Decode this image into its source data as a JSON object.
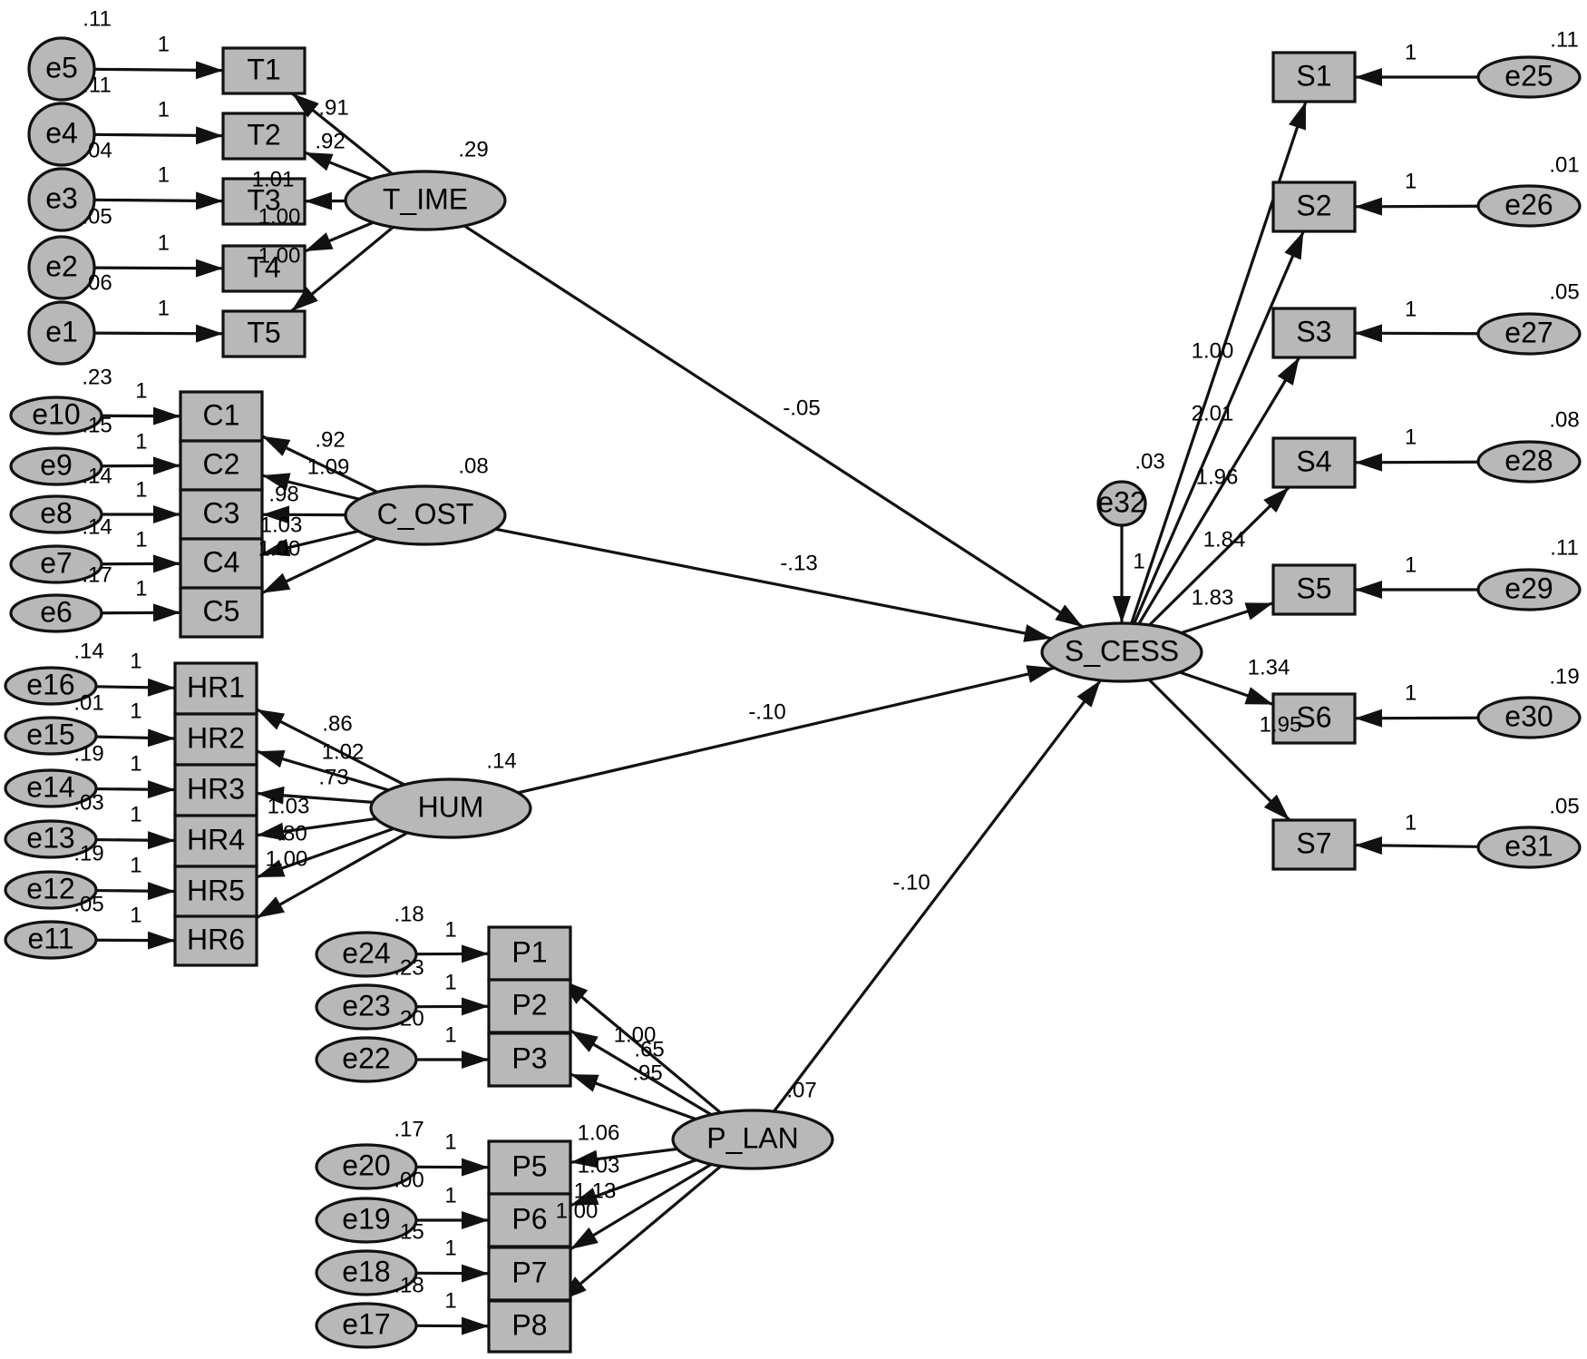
{
  "latents": [
    {
      "id": "T_IME",
      "label": "T_IME",
      "variance": ".29"
    },
    {
      "id": "C_OST",
      "label": "C_OST",
      "variance": ".08"
    },
    {
      "id": "HUM",
      "label": "HUM",
      "variance": ".14"
    },
    {
      "id": "P_LAN",
      "label": "P_LAN",
      "variance": ".07"
    },
    {
      "id": "S_CESS",
      "label": "S_CESS",
      "variance": ""
    }
  ],
  "indicators": [
    {
      "id": "T1",
      "label": "T1"
    },
    {
      "id": "T2",
      "label": "T2"
    },
    {
      "id": "T3",
      "label": "T3"
    },
    {
      "id": "T4",
      "label": "T4"
    },
    {
      "id": "T5",
      "label": "T5"
    },
    {
      "id": "C1",
      "label": "C1"
    },
    {
      "id": "C2",
      "label": "C2"
    },
    {
      "id": "C3",
      "label": "C3"
    },
    {
      "id": "C4",
      "label": "C4"
    },
    {
      "id": "C5",
      "label": "C5"
    },
    {
      "id": "HR1",
      "label": "HR1"
    },
    {
      "id": "HR2",
      "label": "HR2"
    },
    {
      "id": "HR3",
      "label": "HR3"
    },
    {
      "id": "HR4",
      "label": "HR4"
    },
    {
      "id": "HR5",
      "label": "HR5"
    },
    {
      "id": "HR6",
      "label": "HR6"
    },
    {
      "id": "P1",
      "label": "P1"
    },
    {
      "id": "P2",
      "label": "P2"
    },
    {
      "id": "P3",
      "label": "P3"
    },
    {
      "id": "P5",
      "label": "P5"
    },
    {
      "id": "P6",
      "label": "P6"
    },
    {
      "id": "P7",
      "label": "P7"
    },
    {
      "id": "P8",
      "label": "P8"
    },
    {
      "id": "S1",
      "label": "S1"
    },
    {
      "id": "S2",
      "label": "S2"
    },
    {
      "id": "S3",
      "label": "S3"
    },
    {
      "id": "S4",
      "label": "S4"
    },
    {
      "id": "S5",
      "label": "S5"
    },
    {
      "id": "S6",
      "label": "S6"
    },
    {
      "id": "S7",
      "label": "S7"
    }
  ],
  "errors": [
    {
      "id": "e5",
      "label": "e5",
      "variance": ".11",
      "target": "T1",
      "weight": "1"
    },
    {
      "id": "e4",
      "label": "e4",
      "variance": ".11",
      "target": "T2",
      "weight": "1"
    },
    {
      "id": "e3",
      "label": "e3",
      "variance": ".04",
      "target": "T3",
      "weight": "1"
    },
    {
      "id": "e2",
      "label": "e2",
      "variance": ".05",
      "target": "T4",
      "weight": "1"
    },
    {
      "id": "e1",
      "label": "e1",
      "variance": ".06",
      "target": "T5",
      "weight": "1"
    },
    {
      "id": "e10",
      "label": "e10",
      "variance": ".23",
      "target": "C1",
      "weight": "1"
    },
    {
      "id": "e9",
      "label": "e9",
      "variance": ".15",
      "target": "C2",
      "weight": "1"
    },
    {
      "id": "e8",
      "label": "e8",
      "variance": ".14",
      "target": "C3",
      "weight": "1"
    },
    {
      "id": "e7",
      "label": "e7",
      "variance": ".14",
      "target": "C4",
      "weight": "1"
    },
    {
      "id": "e6",
      "label": "e6",
      "variance": ".17",
      "target": "C5",
      "weight": "1"
    },
    {
      "id": "e16",
      "label": "e16",
      "variance": ".14",
      "target": "HR1",
      "weight": "1"
    },
    {
      "id": "e15",
      "label": "e15",
      "variance": ".01",
      "target": "HR2",
      "weight": "1"
    },
    {
      "id": "e14",
      "label": "e14",
      "variance": ".19",
      "target": "HR3",
      "weight": "1"
    },
    {
      "id": "e13",
      "label": "e13",
      "variance": ".03",
      "target": "HR4",
      "weight": "1"
    },
    {
      "id": "e12",
      "label": "e12",
      "variance": ".19",
      "target": "HR5",
      "weight": "1"
    },
    {
      "id": "e11",
      "label": "e11",
      "variance": ".05",
      "target": "HR6",
      "weight": "1"
    },
    {
      "id": "e24",
      "label": "e24",
      "variance": ".18",
      "target": "P1",
      "weight": "1"
    },
    {
      "id": "e23",
      "label": "e23",
      "variance": ".23",
      "target": "P2",
      "weight": "1"
    },
    {
      "id": "e22",
      "label": "e22",
      "variance": ".20",
      "target": "P3",
      "weight": "1"
    },
    {
      "id": "e20",
      "label": "e20",
      "variance": ".17",
      "target": "P5",
      "weight": "1"
    },
    {
      "id": "e19",
      "label": "e19",
      "variance": ".00",
      "target": "P6",
      "weight": "1"
    },
    {
      "id": "e18",
      "label": "e18",
      "variance": ".15",
      "target": "P7",
      "weight": "1"
    },
    {
      "id": "e17",
      "label": "e17",
      "variance": ".18",
      "target": "P8",
      "weight": "1"
    },
    {
      "id": "e25",
      "label": "e25",
      "variance": ".11",
      "target": "S1",
      "weight": "1"
    },
    {
      "id": "e26",
      "label": "e26",
      "variance": ".01",
      "target": "S2",
      "weight": "1"
    },
    {
      "id": "e27",
      "label": "e27",
      "variance": ".05",
      "target": "S3",
      "weight": "1"
    },
    {
      "id": "e28",
      "label": "e28",
      "variance": ".08",
      "target": "S4",
      "weight": "1"
    },
    {
      "id": "e29",
      "label": "e29",
      "variance": ".11",
      "target": "S5",
      "weight": "1"
    },
    {
      "id": "e30",
      "label": "e30",
      "variance": ".19",
      "target": "S6",
      "weight": "1"
    },
    {
      "id": "e31",
      "label": "e31",
      "variance": ".05",
      "target": "S7",
      "weight": "1"
    },
    {
      "id": "e32",
      "label": "e32",
      "variance": ".03",
      "target": "S_CESS",
      "weight": "1"
    }
  ],
  "loadings": [
    {
      "from": "T_IME",
      "to": "T1",
      "value": ".91"
    },
    {
      "from": "T_IME",
      "to": "T2",
      "value": ".92"
    },
    {
      "from": "T_IME",
      "to": "T3",
      "value": "1.01"
    },
    {
      "from": "T_IME",
      "to": "T4",
      "value": "1.00"
    },
    {
      "from": "T_IME",
      "to": "T5",
      "value": "1.00"
    },
    {
      "from": "C_OST",
      "to": "C1",
      "value": ".92"
    },
    {
      "from": "C_OST",
      "to": "C2",
      "value": "1.09"
    },
    {
      "from": "C_OST",
      "to": "C3",
      "value": ".98"
    },
    {
      "from": "C_OST",
      "to": "C4",
      "value": "1.03"
    },
    {
      "from": "C_OST",
      "to": "C5",
      "value": "1.00"
    },
    {
      "from": "HUM",
      "to": "HR1",
      "value": ".86"
    },
    {
      "from": "HUM",
      "to": "HR2",
      "value": "1.02"
    },
    {
      "from": "HUM",
      "to": "HR3",
      "value": ".73"
    },
    {
      "from": "HUM",
      "to": "HR4",
      "value": "1.03"
    },
    {
      "from": "HUM",
      "to": "HR5",
      "value": ".80"
    },
    {
      "from": "HUM",
      "to": "HR6",
      "value": "1.00"
    },
    {
      "from": "P_LAN",
      "to": "P1",
      "value": "1.00"
    },
    {
      "from": "P_LAN",
      "to": "P2",
      "value": ".65"
    },
    {
      "from": "P_LAN",
      "to": "P3",
      "value": ".95"
    },
    {
      "from": "P_LAN",
      "to": "P5",
      "value": "1.06"
    },
    {
      "from": "P_LAN",
      "to": "P6",
      "value": "1.03"
    },
    {
      "from": "P_LAN",
      "to": "P7",
      "value": "1.13"
    },
    {
      "from": "P_LAN",
      "to": "P8",
      "value": "1.00"
    },
    {
      "from": "S_CESS",
      "to": "S1",
      "value": "1.00"
    },
    {
      "from": "S_CESS",
      "to": "S2",
      "value": "2.01"
    },
    {
      "from": "S_CESS",
      "to": "S3",
      "value": "1.96"
    },
    {
      "from": "S_CESS",
      "to": "S4",
      "value": "1.84"
    },
    {
      "from": "S_CESS",
      "to": "S5",
      "value": "1.83"
    },
    {
      "from": "S_CESS",
      "to": "S6",
      "value": "1.34"
    },
    {
      "from": "S_CESS",
      "to": "S7",
      "value": "1.95"
    }
  ],
  "paths": [
    {
      "from": "T_IME",
      "to": "S_CESS",
      "value": "-.05"
    },
    {
      "from": "C_OST",
      "to": "S_CESS",
      "value": "-.13"
    },
    {
      "from": "HUM",
      "to": "S_CESS",
      "value": "-.10"
    },
    {
      "from": "P_LAN",
      "to": "S_CESS",
      "value": "-.10"
    }
  ]
}
